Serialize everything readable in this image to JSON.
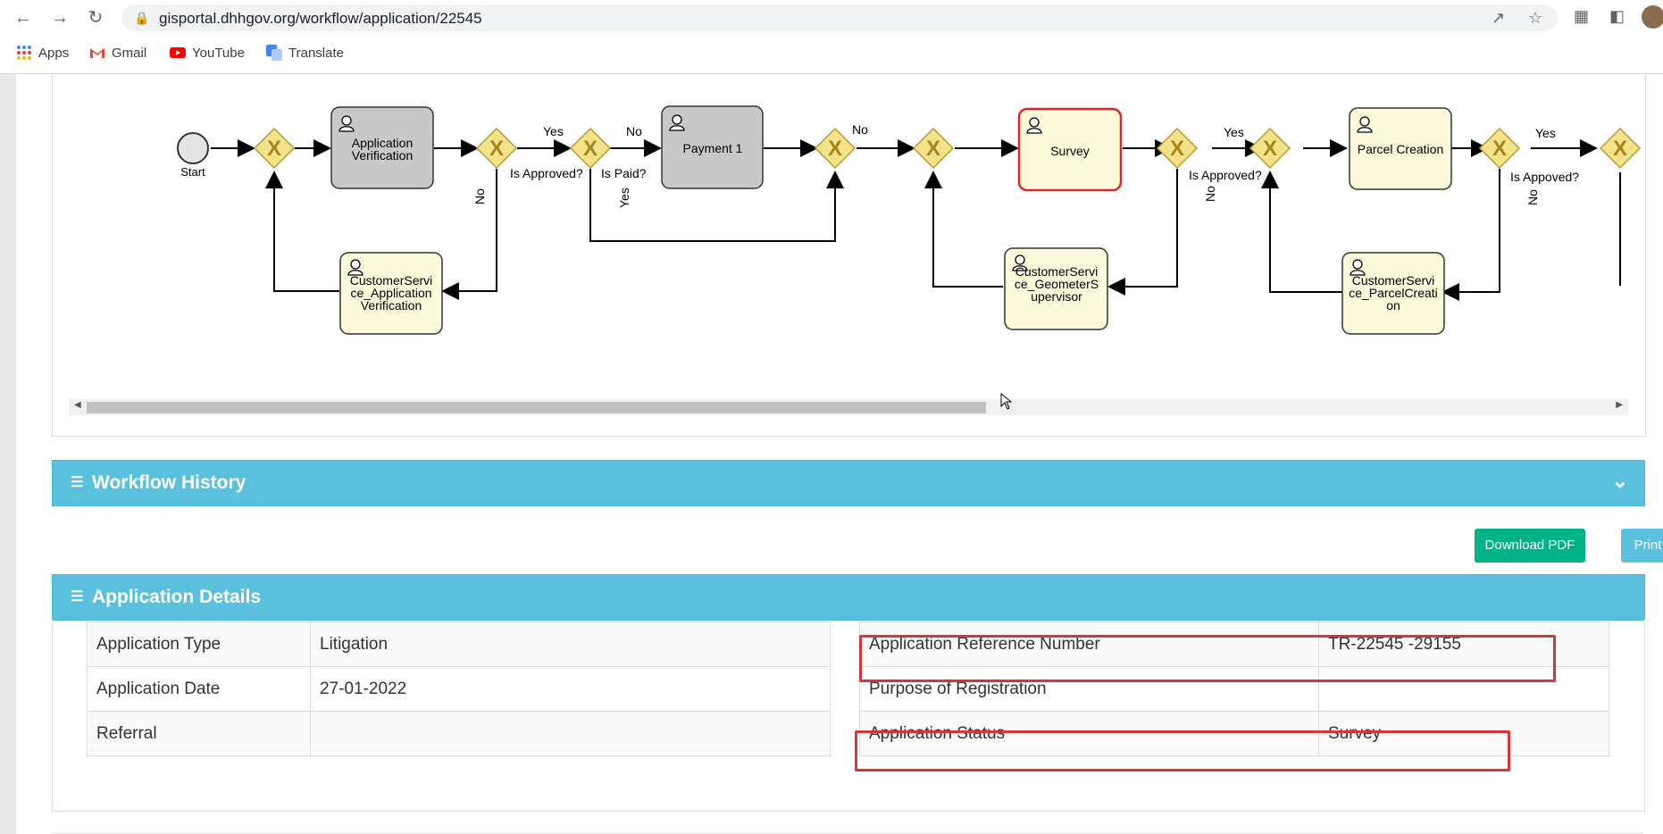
{
  "browser": {
    "url": "gisportal.dhhgov.org/workflow/application/22545",
    "bookmarks": [
      {
        "label": "Apps",
        "icon": "apps-grid-icon"
      },
      {
        "label": "Gmail",
        "icon": "gmail-icon"
      },
      {
        "label": "YouTube",
        "icon": "youtube-icon"
      },
      {
        "label": "Translate",
        "icon": "translate-icon"
      }
    ]
  },
  "workflow": {
    "nodes": {
      "start": "Start",
      "application_verification": "Application Verification",
      "payment1": "Payment 1",
      "survey": "Survey",
      "parcel_creation": "Parcel Creation",
      "cs_application_verification": "CustomerService_ApplicationVerification",
      "cs_geometer_supervisor": "CustomerService_GeometerSupervisor",
      "cs_parcel_creation": "CustomerService_ParcelCreation"
    },
    "labels": {
      "yes": "Yes",
      "no": "No",
      "is_approved": "Is Approved?",
      "is_paid": "Is Paid?",
      "is_appoved": "Is Appoved?"
    },
    "active_node": "Survey"
  },
  "sections": {
    "workflow_history": "Workflow History",
    "application_details": "Application Details"
  },
  "buttons": {
    "download_pdf": "Download PDF",
    "print": "Print"
  },
  "details": {
    "left": [
      {
        "label": "Application Type",
        "value": "Litigation"
      },
      {
        "label": "Application Date",
        "value": "27-01-2022"
      },
      {
        "label": "Referral",
        "value": ""
      }
    ],
    "right": [
      {
        "label": "Application Reference Number",
        "value": "TR-22545 -29155"
      },
      {
        "label": "Purpose of Registration",
        "value": ""
      },
      {
        "label": "Application Status",
        "value": "Survey"
      }
    ]
  },
  "colors": {
    "section_header": "#5bc0de",
    "download_button": "#00b286",
    "highlight_box": "#d9343a",
    "gateway_fill": "#f2e28a",
    "task_fill": "#fbfbdc",
    "active_task_border": "#e5212a"
  }
}
